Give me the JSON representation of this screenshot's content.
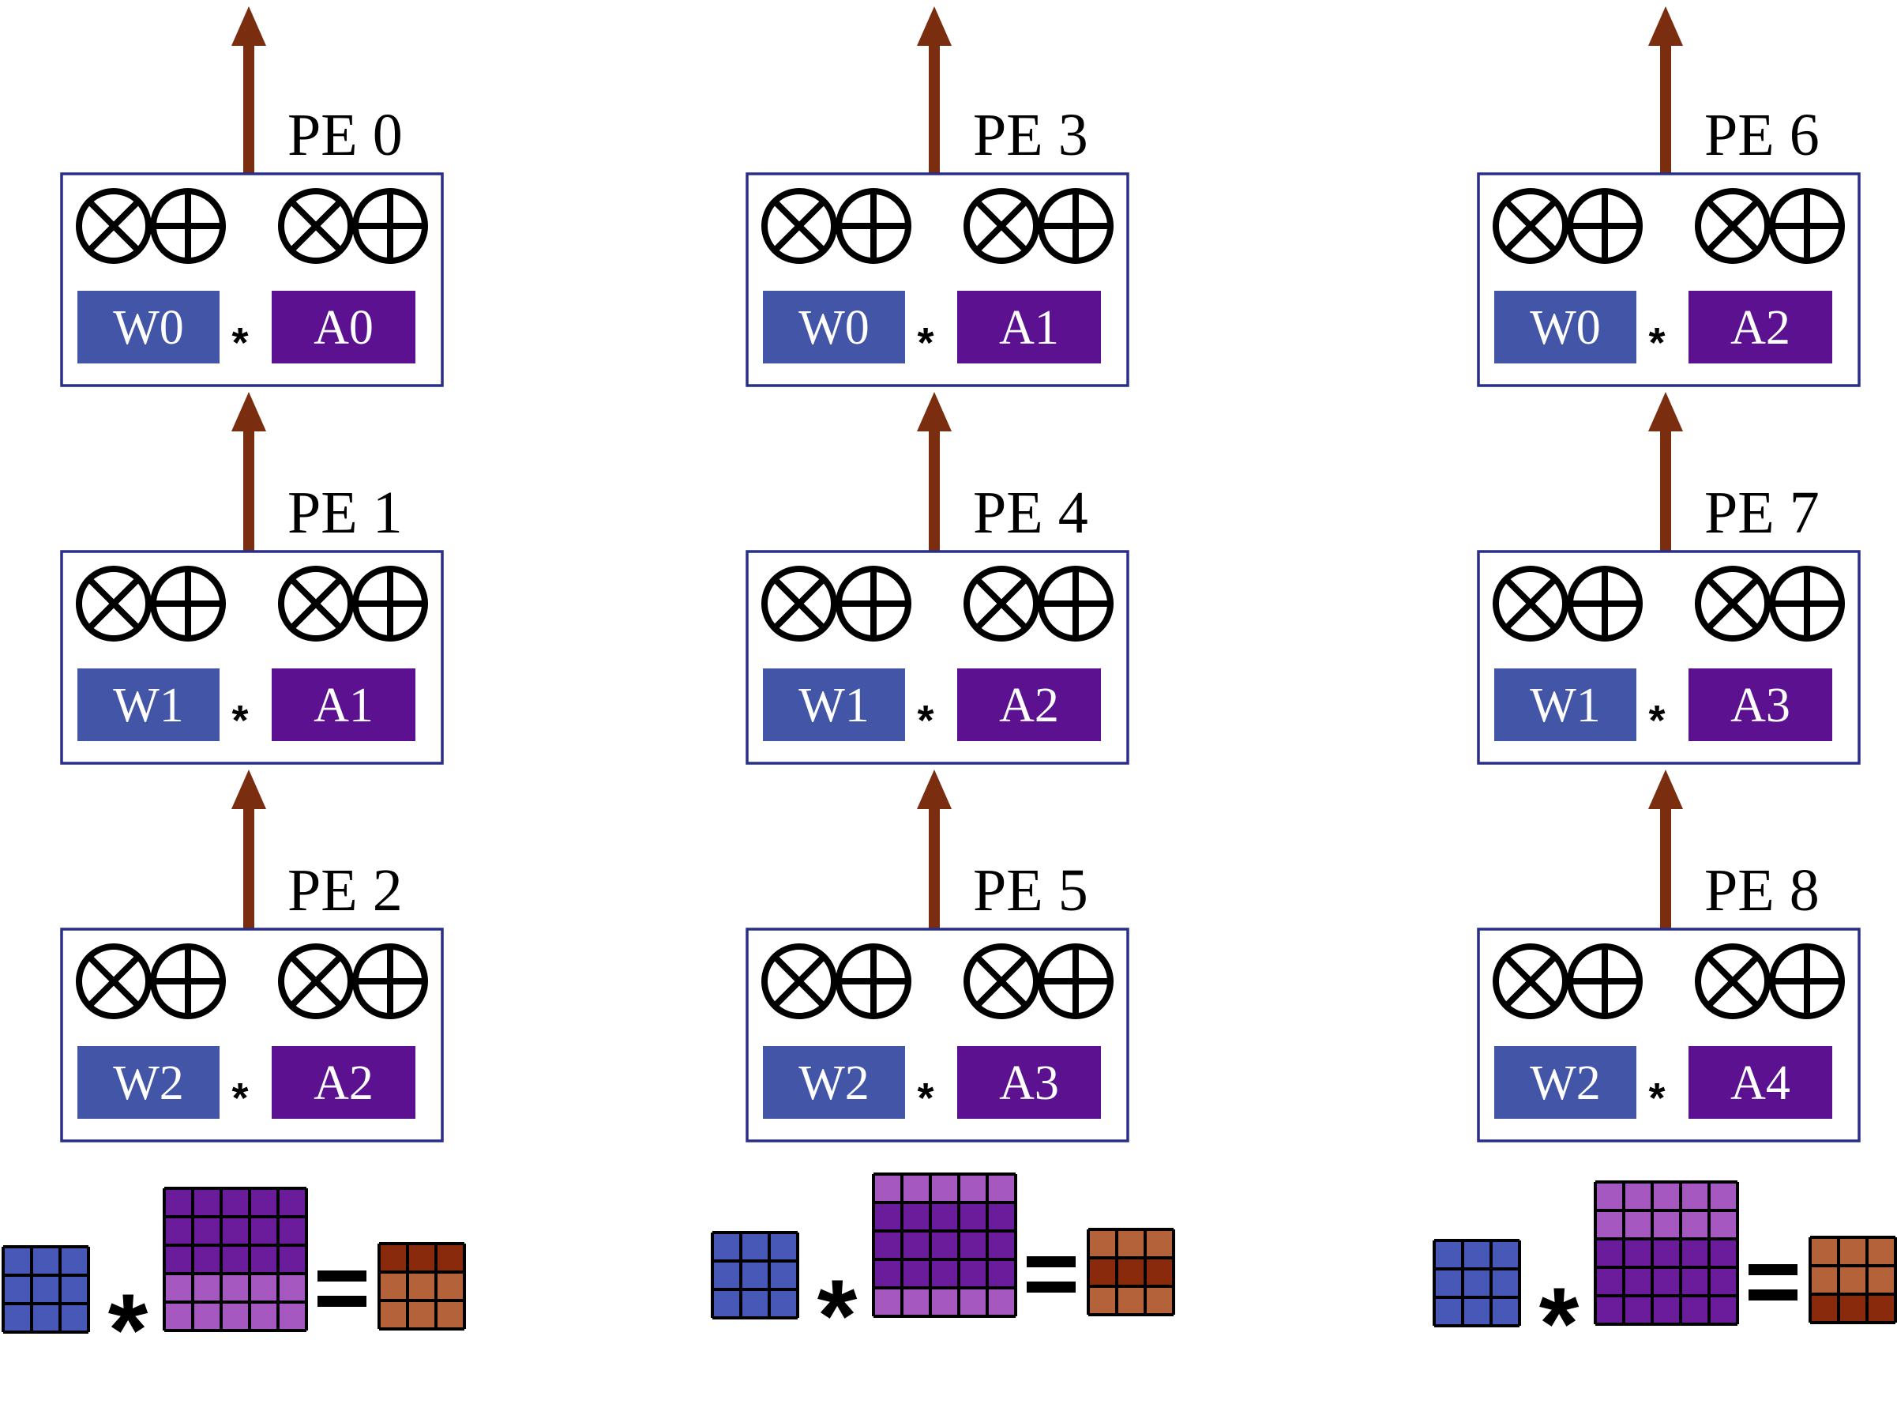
{
  "colors": {
    "weight": "#4255a6",
    "activation": "#5c1290",
    "arrow": "#7b2d10",
    "pe_border": "#2a2f86",
    "matrix_weight": "#4858b6",
    "matrix_active": "#6a1c9a",
    "matrix_light": "#a558c0",
    "output_dark": "#8a2a0c",
    "output_light": "#b4623a"
  },
  "operator_icons": [
    "multiply-circle-icon",
    "add-circle-icon"
  ],
  "columns": [
    {
      "pes": [
        {
          "label": "PE 0",
          "weight": "W0",
          "op": "*",
          "activation": "A0"
        },
        {
          "label": "PE 1",
          "weight": "W1",
          "op": "*",
          "activation": "A1"
        },
        {
          "label": "PE 2",
          "weight": "W2",
          "op": "*",
          "activation": "A2"
        }
      ],
      "equation": {
        "op": "*",
        "eq": "=",
        "active_rows": [
          0,
          1,
          2
        ],
        "output_dark_row": 0
      }
    },
    {
      "pes": [
        {
          "label": "PE 3",
          "weight": "W0",
          "op": "*",
          "activation": "A1"
        },
        {
          "label": "PE 4",
          "weight": "W1",
          "op": "*",
          "activation": "A2"
        },
        {
          "label": "PE 5",
          "weight": "W2",
          "op": "*",
          "activation": "A3"
        }
      ],
      "equation": {
        "op": "*",
        "eq": "=",
        "active_rows": [
          1,
          2,
          3
        ],
        "output_dark_row": 1
      }
    },
    {
      "pes": [
        {
          "label": "PE 6",
          "weight": "W0",
          "op": "*",
          "activation": "A2"
        },
        {
          "label": "PE 7",
          "weight": "W1",
          "op": "*",
          "activation": "A3"
        },
        {
          "label": "PE 8",
          "weight": "W2",
          "op": "*",
          "activation": "A4"
        }
      ],
      "equation": {
        "op": "*",
        "eq": "=",
        "active_rows": [
          2,
          3,
          4
        ],
        "output_dark_row": 2
      }
    }
  ]
}
